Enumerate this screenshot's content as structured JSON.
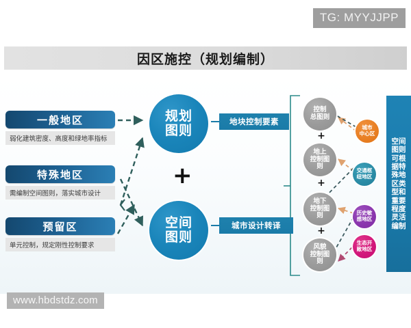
{
  "watermarks": {
    "top_right": "TG: MYYJJPP",
    "bottom_left": "www.hbdstdz.com"
  },
  "header": {
    "title": "因区施控（规划编制）"
  },
  "left_zones": [
    {
      "title": "一般地区",
      "desc": "弱化建筑密度、高度和绿地率指标"
    },
    {
      "title": "特殊地区",
      "desc": "需编制空间图则，落实城市设计"
    },
    {
      "title": "预留区",
      "desc": "单元控制，规定刚性控制要求"
    }
  ],
  "center": {
    "circle_top_line1": "规划",
    "circle_top_line2": "图则",
    "circle_bottom_line1": "空间",
    "circle_bottom_line2": "图则",
    "plus": "+",
    "tag_top": "地块控制要素",
    "tag_bottom": "城市设计转译"
  },
  "chain": {
    "plus": "+",
    "circles": [
      {
        "line1": "控制",
        "line2": "总图则",
        "line3": ""
      },
      {
        "line1": "地上",
        "line2": "控制图",
        "line3": "则"
      },
      {
        "line1": "地下",
        "line2": "控制图",
        "line3": "则"
      },
      {
        "line1": "风貌",
        "line2": "控制图",
        "line3": "则"
      }
    ]
  },
  "badges": [
    {
      "line1": "城市",
      "line2": "中心区",
      "color": "#e87e22"
    },
    {
      "line1": "交通枢",
      "line2": "纽地区",
      "color": "#2a8ba5"
    },
    {
      "line1": "历史敏",
      "line2": "感地区",
      "color": "#8a35ad"
    },
    {
      "line1": "生态开",
      "line2": "敞地区",
      "color": "#d1167a"
    }
  ],
  "right_column": {
    "text": "空间图则可根据特殊地区类型和重要程度灵活编制"
  },
  "colors": {
    "zone_header_dark": "#14486f",
    "zone_header_light": "#2b7fb5",
    "big_circle": "#1a85ba",
    "tag_blue": "#1a7ba8",
    "gray_circle": "#9b9b9b",
    "dashed_teal": "#2f5f5c",
    "dashed_orange": "#e0a06a",
    "bracket_teal": "#2b8a8a",
    "title_band": "#dcdcdc"
  }
}
